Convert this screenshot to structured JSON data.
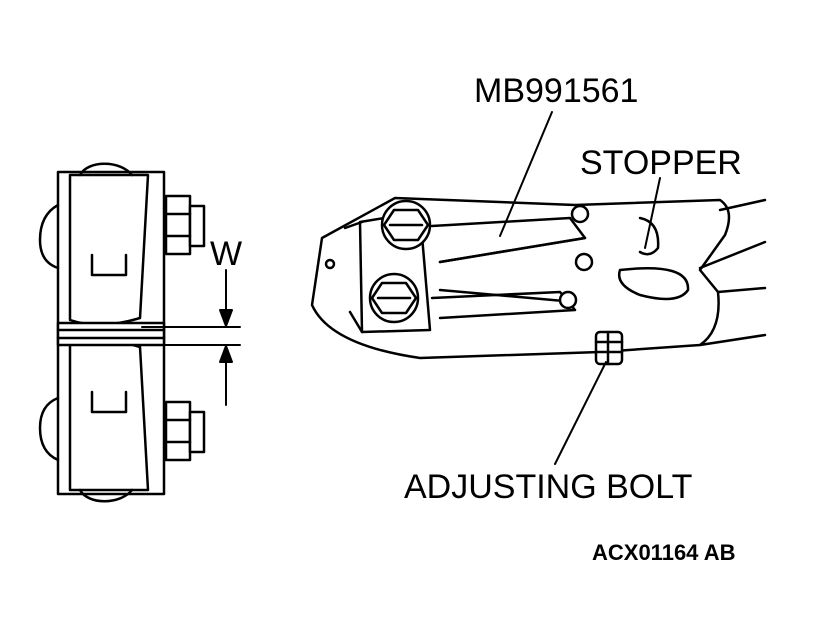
{
  "labels": {
    "tool": "MB991561",
    "stopper": "STOPPER",
    "gap": "W",
    "adjusting_bolt": "ADJUSTING BOLT",
    "figure_code": "ACX01164 AB"
  },
  "colors": {
    "ink": "#000000",
    "paper": "#ffffff",
    "shade": "#d9d9d9"
  }
}
